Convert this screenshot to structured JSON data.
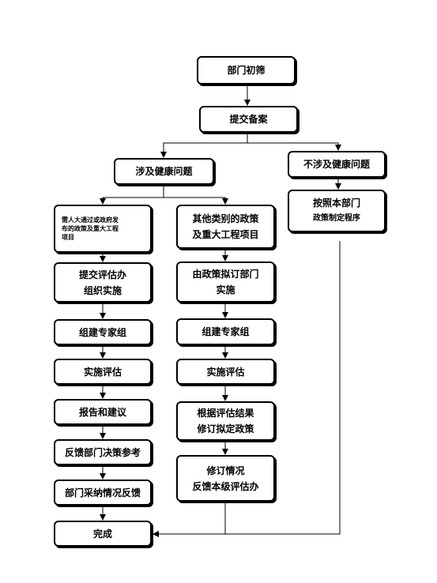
{
  "nodes": {
    "dept_screen": "部门初筛",
    "submit_record": "提交备案",
    "health_related": "涉及健康问题",
    "not_health_related": "不涉及健康问题",
    "follow_dept_procedure": [
      "按照本部门",
      "政策制定程序"
    ],
    "npc_policy": [
      "需人大通过或政府发",
      "布的政策及重大工程",
      "项目"
    ],
    "other_policy": [
      "其他类别的政策",
      "及重大工程项目"
    ],
    "submit_eval_office": [
      "提交评估办",
      "组织实施"
    ],
    "drafting_dept": [
      "由政策拟订部门",
      "实施"
    ],
    "expert_group_left": "组建专家组",
    "expert_group_right": "组建专家组",
    "implement_eval_left": "实施评估",
    "implement_eval_right": "实施评估",
    "report_advice": "报告和建议",
    "revise_by_result": [
      "根据评估结果",
      "修订拟定政策"
    ],
    "feedback_dept_decision": "反馈部门决策参考",
    "revision_feedback": [
      "修订情况",
      "反馈本级评估办"
    ],
    "dept_adoption_feedback": "部门采纳情况反馈",
    "complete": "完成"
  },
  "colors": {
    "stroke": "#000000",
    "fill": "#ffffff"
  }
}
